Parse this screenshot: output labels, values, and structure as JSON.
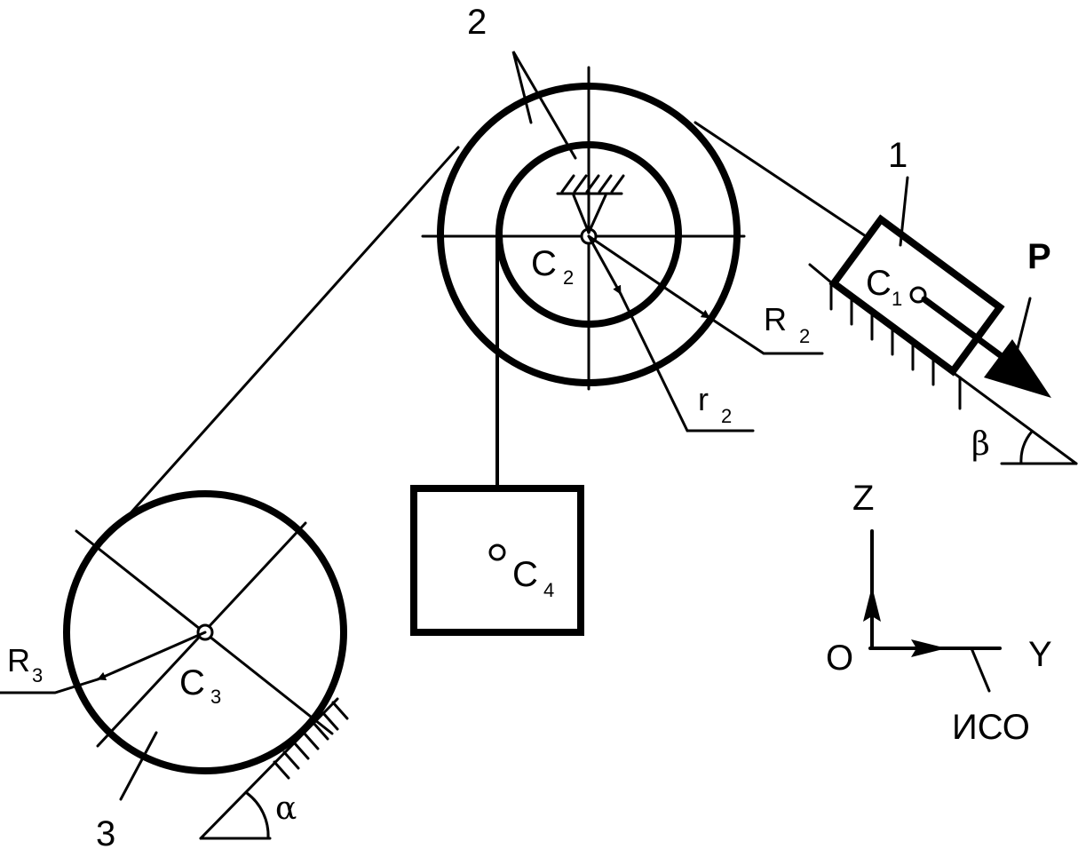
{
  "labels": {
    "body1": "1",
    "body2": "2",
    "body3": "3",
    "force": "P",
    "c1": "C",
    "c1_sub": "1",
    "c2": "C",
    "c2_sub": "2",
    "c3": "C",
    "c3_sub": "3",
    "c4": "C",
    "c4_sub": "4",
    "R2": "R",
    "R2_sub": "2",
    "r2": "r",
    "r2_sub": "2",
    "R3": "R",
    "R3_sub": "3",
    "alpha": "α",
    "beta": "β",
    "axis_z": "Z",
    "axis_y": "Y",
    "origin": "O",
    "frame": "ИСО"
  },
  "colors": {
    "ink": "#000000",
    "background": "#ffffff"
  }
}
